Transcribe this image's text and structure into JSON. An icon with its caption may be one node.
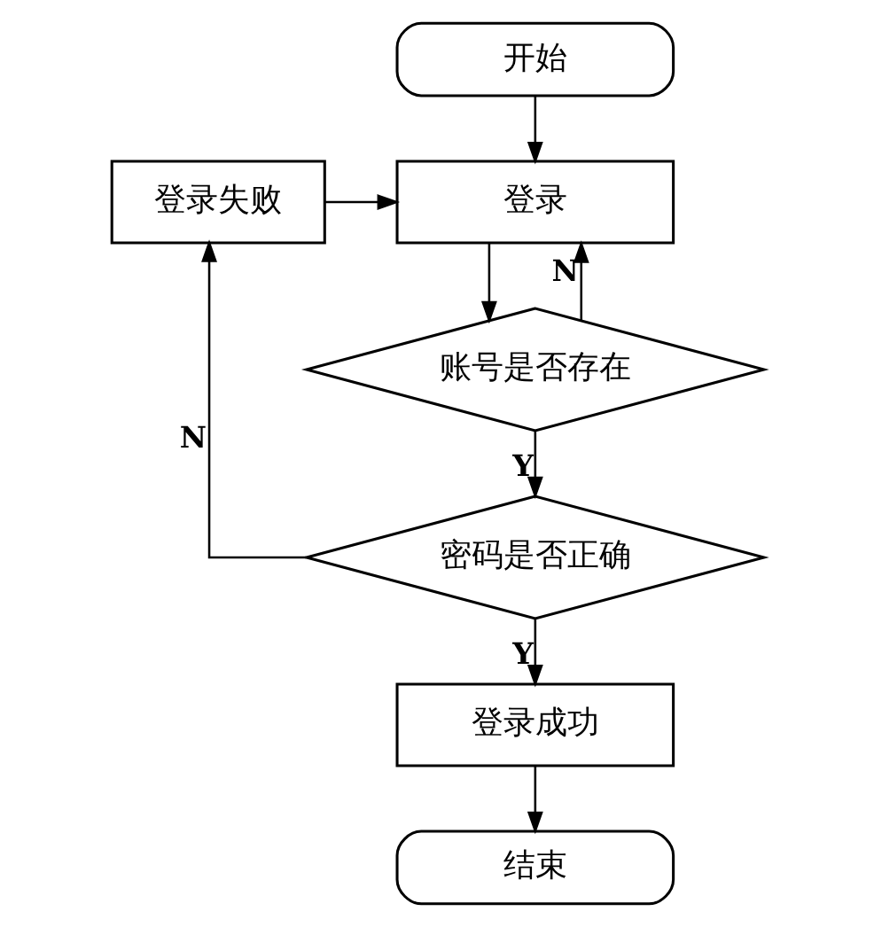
{
  "diagram": {
    "nodes": [
      {
        "text": [
          "开始"
        ]
      },
      {
        "text": [
          "登录失败"
        ]
      },
      {
        "text": [
          "登录"
        ]
      },
      {
        "text": [
          "账号是否存在"
        ]
      },
      {
        "text": [
          "密码是否正确"
        ]
      },
      {
        "text": [
          "登录成功"
        ]
      },
      {
        "text": [
          "结束"
        ]
      }
    ],
    "edges": [
      {
        "from": 0,
        "to": 2,
        "arrow": "to"
      },
      {
        "from": 1,
        "to": 2,
        "arrow": "to"
      },
      {
        "from": 3,
        "to": 2,
        "label": "N",
        "arrow": "to"
      },
      {
        "from": 2,
        "to": 3,
        "arrow": "to"
      },
      {
        "from": 3,
        "to": 4,
        "label": "Y",
        "arrow": "to"
      },
      {
        "from": 4,
        "to": 1,
        "label": "N",
        "arrow": "to"
      },
      {
        "from": 4,
        "to": 5,
        "label": "Y",
        "arrow": "to"
      },
      {
        "from": 5,
        "to": 6,
        "arrow": "to"
      }
    ]
  }
}
